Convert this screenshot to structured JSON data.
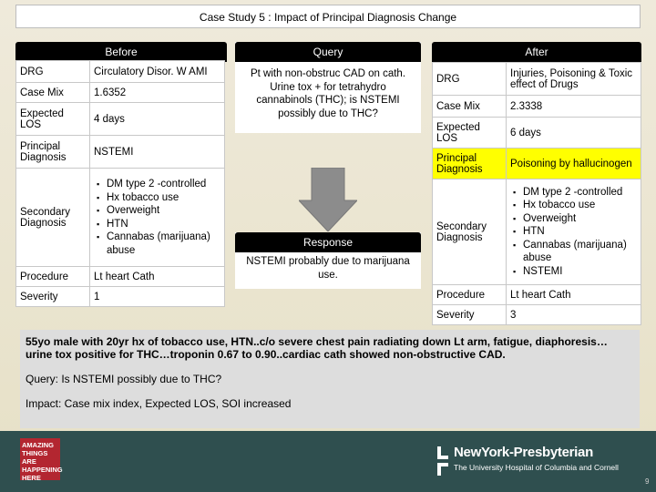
{
  "title": "Case Study 5 : Impact of Principal Diagnosis Change",
  "before": {
    "header": "Before",
    "rows": {
      "drg": {
        "label": "DRG",
        "value": "Circulatory Disor. W AMI"
      },
      "case_mix": {
        "label": "Case Mix",
        "value": "1.6352"
      },
      "expected_los": {
        "label": "Expected LOS",
        "value": "4 days"
      },
      "principal_dx": {
        "label": "Principal Diagnosis",
        "value": "NSTEMI"
      },
      "secondary_dx": {
        "label": "Secondary Diagnosis",
        "items": [
          "DM type 2 -controlled",
          " Hx tobacco use",
          "Overweight",
          "HTN",
          "Cannabas (marijuana) abuse"
        ]
      },
      "procedure": {
        "label": "Procedure",
        "value": "Lt heart Cath"
      },
      "severity": {
        "label": "Severity",
        "value": "1"
      }
    }
  },
  "query": {
    "header": "Query",
    "text": "Pt with non-obstruc CAD on cath. Urine tox + for tetrahydro cannabinols (THC); is NSTEMI possibly due to THC?"
  },
  "response": {
    "header": "Response",
    "text": "NSTEMI probably due to marijuana use."
  },
  "after": {
    "header": "After",
    "rows": {
      "drg": {
        "label": "DRG",
        "value": "Injuries, Poisoning & Toxic effect of Drugs"
      },
      "case_mix": {
        "label": "Case Mix",
        "value": "2.3338"
      },
      "expected_los": {
        "label": "Expected LOS",
        "value": "6 days"
      },
      "principal_dx": {
        "label": "Principal Diagnosis",
        "value": "Poisoning by hallucinogen"
      },
      "secondary_dx": {
        "label": "Secondary Diagnosis",
        "items": [
          "DM type 2 -controlled",
          " Hx tobacco use",
          "Overweight",
          "HTN",
          "Cannabas (marijuana) abuse",
          "NSTEMI"
        ]
      },
      "procedure": {
        "label": "Procedure",
        "value": "Lt heart Cath"
      },
      "severity": {
        "label": "Severity",
        "value": "3"
      }
    }
  },
  "case_summary": {
    "narrative": "55yo male with 20yr hx of tobacco use, HTN..c/o severe chest pain radiating down Lt arm, fatigue, diaphoresis…urine tox positive for THC…troponin 0.67 to 0.90..cardiac cath showed non-obstructive CAD.",
    "query_line": "Query: Is NSTEMI possibly due to THC?",
    "impact_line": "Impact: Case mix index, Expected LOS, SOI increased"
  },
  "footer": {
    "tagline": [
      "AMAZING",
      "THINGS",
      "ARE",
      "HAPPENING",
      "HERE"
    ],
    "org_name": "NewYork-Presbyterian",
    "org_subtitle": "The University Hospital of Columbia and Cornell",
    "page_number": "9"
  },
  "colors": {
    "highlight": "#ffff00",
    "header_bg": "#000000",
    "footer_bg": "#2f4f4f",
    "logo_red": "#b32630"
  }
}
